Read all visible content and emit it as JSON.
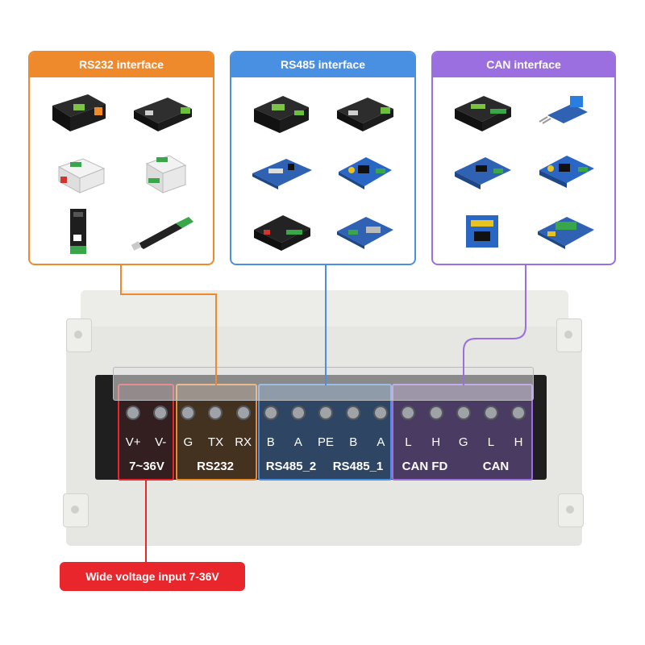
{
  "panels": [
    {
      "title": "RS232 interface",
      "color": "#ef8a2c",
      "modules": [
        "rs232-converter-industrial",
        "rs232-ethernet-server",
        "rs232-din-rail-module",
        "rs232-din-rail-compact",
        "rs232-usb-dongle-black",
        "rs232-usb-cable-adapter"
      ]
    },
    {
      "title": "RS485 interface",
      "color": "#4a90e2",
      "modules": [
        "rs485-enclosed-converter",
        "rs485-ethernet-server",
        "rs485-pi-hat",
        "rs485-expansion-board",
        "rs485-relay-board",
        "rs485-db9-board"
      ]
    },
    {
      "title": "CAN interface",
      "color": "#9b6fe0",
      "modules": [
        "can-analyzer",
        "can-transceiver-board",
        "can-pi-hat",
        "can-expansion-board",
        "can-shield",
        "can-relay-hat"
      ]
    }
  ],
  "terminal": {
    "pins": [
      "V+",
      "V-",
      "G",
      "TX",
      "RX",
      "B",
      "A",
      "PE",
      "B",
      "A",
      "L",
      "H",
      "G",
      "L",
      "H"
    ],
    "groups": [
      "7~36V",
      "RS232",
      "RS485_2",
      "RS485_1",
      "CAN FD",
      "CAN"
    ]
  },
  "callout": {
    "text": "Wide voltage input 7-36V",
    "color": "#e8262c"
  }
}
